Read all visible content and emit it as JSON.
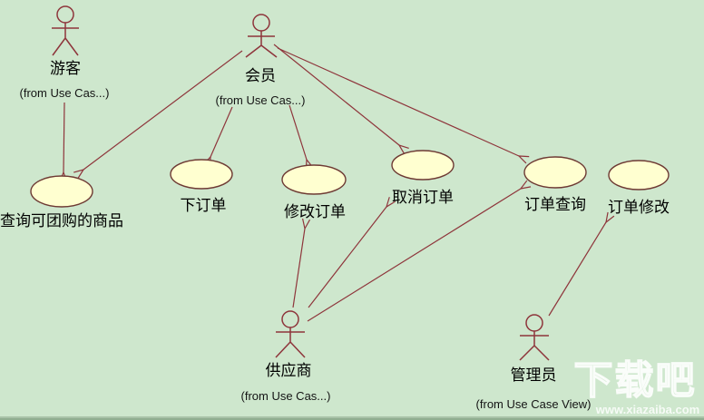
{
  "diagram": {
    "type": "uml-use-case-diagram",
    "colors": {
      "background": "#cee7cd",
      "usecase_fill": "#ffffd0",
      "usecase_border": "#6e3a34",
      "line": "#8e353b",
      "text": "#000000",
      "watermark": "#ffffff"
    },
    "actors": [
      {
        "id": "visitor",
        "label": "游客",
        "from": "(from Use Cas...)"
      },
      {
        "id": "member",
        "label": "会员",
        "from": "(from Use Cas...)"
      },
      {
        "id": "supplier",
        "label": "供应商",
        "from": "(from Use Cas...)"
      },
      {
        "id": "admin",
        "label": "管理员",
        "from": "(from Use Case View)"
      }
    ],
    "use_cases": [
      {
        "id": "query-group-products",
        "label": "查询可团购的商品"
      },
      {
        "id": "place-order",
        "label": "下订单"
      },
      {
        "id": "modify-order",
        "label": "修改订单"
      },
      {
        "id": "cancel-order",
        "label": "取消订单"
      },
      {
        "id": "order-query",
        "label": "订单查询"
      },
      {
        "id": "order-modify",
        "label": "订单修改"
      }
    ],
    "relations": [
      {
        "from": "游客",
        "to": "查询可团购的商品"
      },
      {
        "from": "会员",
        "to": "查询可团购的商品"
      },
      {
        "from": "会员",
        "to": "下订单"
      },
      {
        "from": "会员",
        "to": "修改订单"
      },
      {
        "from": "会员",
        "to": "取消订单"
      },
      {
        "from": "会员",
        "to": "订单查询"
      },
      {
        "from": "供应商",
        "to": "修改订单"
      },
      {
        "from": "供应商",
        "to": "取消订单"
      },
      {
        "from": "供应商",
        "to": "订单查询"
      },
      {
        "from": "管理员",
        "to": "订单修改"
      }
    ],
    "watermark": {
      "title": "下载吧",
      "url": "www.xiazaiba.com"
    }
  }
}
